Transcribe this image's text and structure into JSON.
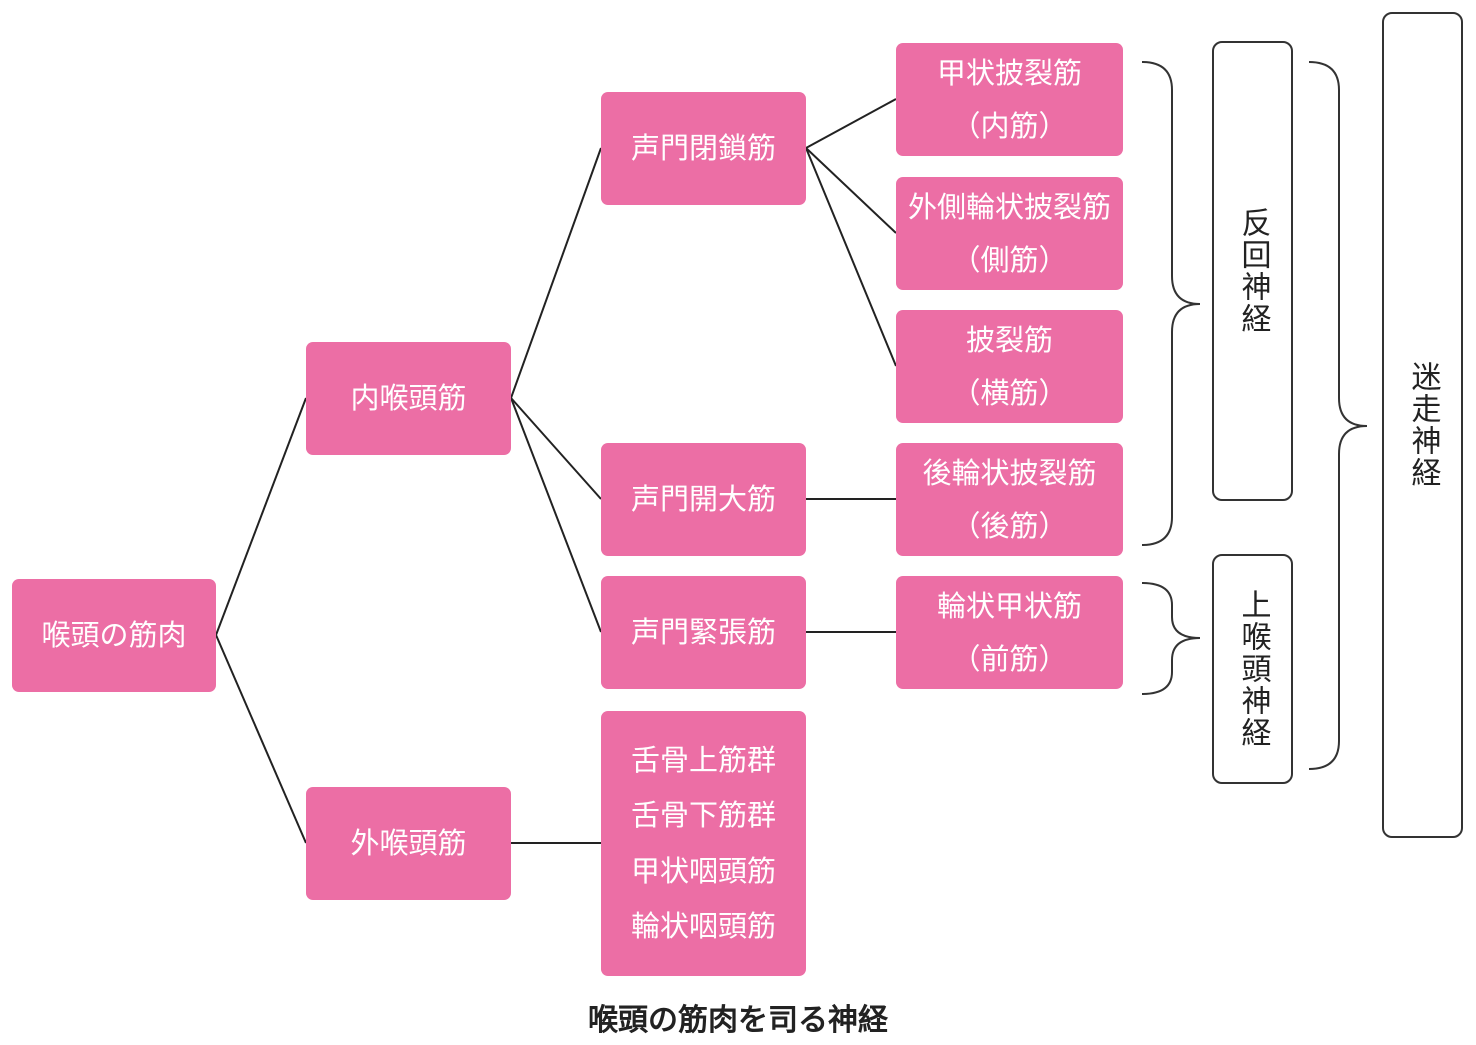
{
  "root": {
    "label": "喉頭の筋肉"
  },
  "level1": {
    "inner": {
      "label": "内喉頭筋"
    },
    "outer": {
      "label": "外喉頭筋"
    }
  },
  "level2": {
    "closure": {
      "label": "声門閉鎖筋"
    },
    "opener": {
      "label": "声門開大筋"
    },
    "tension": {
      "label": "声門緊張筋"
    },
    "outer_group": {
      "lines": [
        "舌骨上筋群",
        "舌骨下筋群",
        "甲状咽頭筋",
        "輪状咽頭筋"
      ]
    }
  },
  "level3": {
    "thyroarytenoid": {
      "name": "甲状披裂筋",
      "alias": "（内筋）"
    },
    "lateral_cricoarytenoid": {
      "name": "外側輪状披裂筋",
      "alias": "（側筋）"
    },
    "arytenoid": {
      "name": "披裂筋",
      "alias": "（横筋）"
    },
    "posterior_cricoarytenoid": {
      "name": "後輪状披裂筋",
      "alias": "（後筋）"
    },
    "cricothyroid": {
      "name": "輪状甲状筋",
      "alias": "（前筋）"
    }
  },
  "nerves": {
    "recurrent": "反回神経",
    "superior_laryngeal": "上喉頭神経",
    "vagus": "迷走神経"
  },
  "caption": "喉頭の筋肉を司る神経",
  "colors": {
    "box_fill": "#ec6ea5",
    "line": "#222222"
  }
}
